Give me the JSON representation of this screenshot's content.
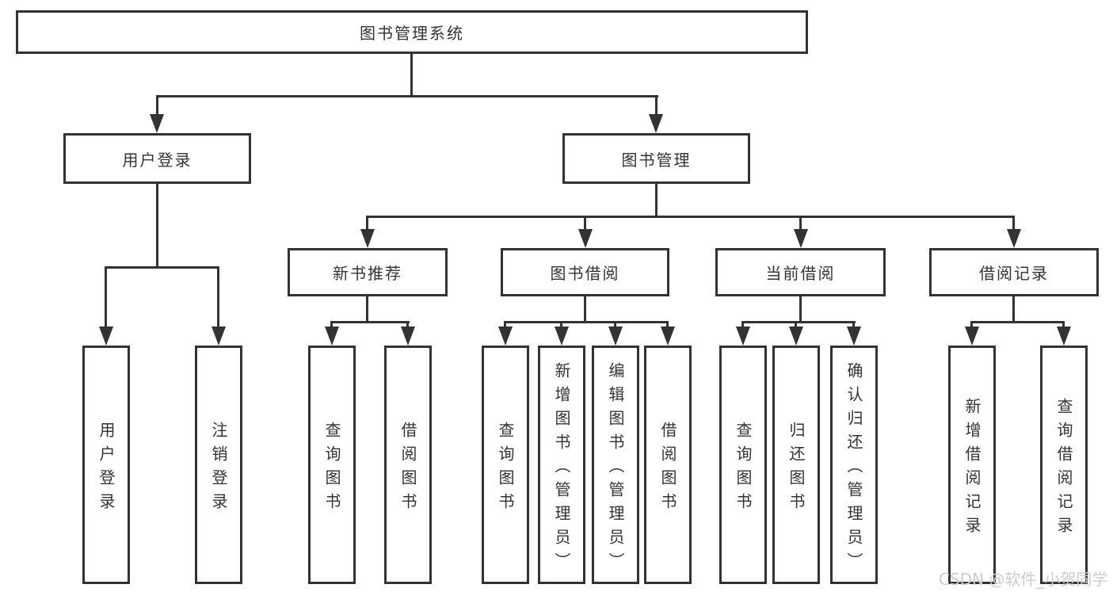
{
  "diagram": {
    "root": "图书管理系统",
    "level2": {
      "user_login": "用户登录",
      "book_mgmt": "图书管理"
    },
    "level3": {
      "new_book_rec": "新书推荐",
      "book_borrow": "图书借阅",
      "current_borrow": "当前借阅",
      "borrow_records": "借阅记录"
    },
    "leaves": {
      "user_login": {
        "login": "用户登录",
        "logout": "注销登录"
      },
      "new_book_rec": {
        "query": "查询图书",
        "borrow": "借阅图书"
      },
      "book_borrow": {
        "query": "查询图书",
        "add": "新增图书（管理员）",
        "edit": "编辑图书（管理员）",
        "borrow": "借阅图书"
      },
      "current_borrow": {
        "query": "查询图书",
        "return": "归还图书",
        "confirm": "确认归还（管理员）"
      },
      "borrow_records": {
        "add": "新增借阅记录",
        "query": "查询借阅记录"
      }
    }
  },
  "watermark": {
    "text": "CSDN @软件_小贺同学"
  },
  "colors": {
    "line": "#333333",
    "text": "#333333",
    "box_background": "#ffffff",
    "page_background": "#ffffff",
    "watermark": "#cdcdcd"
  }
}
